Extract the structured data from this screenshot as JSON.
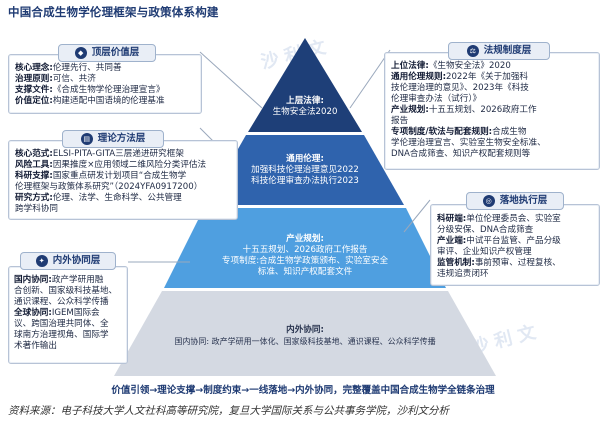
{
  "title": "中国合成生物学伦理框架与政策体系构建",
  "watermark": "沙利文",
  "pyramid": {
    "top": {
      "name": "上层法律:",
      "lines": [
        "生物安全法2020"
      ]
    },
    "upper": {
      "name": "通用伦理:",
      "lines": [
        "加强科技伦理治理意见2022",
        "科技伦理审查办法执行2023"
      ]
    },
    "middle": {
      "name": "产业规划:",
      "lines": [
        "十五五规划、2026政府工作报告",
        "专项制度:合成生物学政策颁布、实验室安全",
        "标准、知识产权配套文件"
      ]
    },
    "bottom": {
      "name": "内外协同:",
      "lines": [
        "国内协同: 政产学研用一体化、国家级科技基地、通识课程、公众科学传播"
      ]
    }
  },
  "panels": {
    "value": {
      "header": "顶层价值层",
      "items": [
        {
          "k": "核心理念:",
          "v": "伦理先行、共同善"
        },
        {
          "k": "治理原则:",
          "v": "可信、共济"
        },
        {
          "k": "支撑文件:",
          "v": "《合成生物学伦理治理宣言》"
        },
        {
          "k": "价值定位:",
          "v": "构建适配中国语境的伦理基准"
        }
      ]
    },
    "theory": {
      "header": "理论方法层",
      "items": [
        {
          "k": "核心范式:",
          "v": "ELSI-PITA-GITA三层递进研究框架"
        },
        {
          "k": "风险工具:",
          "v": "因果推度×应用领域二维风险分类评估法"
        },
        {
          "k": "科研支撑:",
          "v": "国家重点研发计划项目“合成生物学"
        },
        {
          "k": "",
          "v": "伦理框架与政策体系研究”（2024YFA0917200）"
        },
        {
          "k": "研究方式:",
          "v": "伦理、法学、生命科学、公共管理"
        },
        {
          "k": "",
          "v": "跨学科协同"
        }
      ]
    },
    "coop": {
      "header": "内外协同层",
      "items": [
        {
          "k": "国内协同:",
          "v": "政产学研用融"
        },
        {
          "k": "",
          "v": "合创新、国家级科技基地、"
        },
        {
          "k": "",
          "v": "通识课程、公众科学传播"
        },
        {
          "k": "全球协同:",
          "v": "IGEM国际会"
        },
        {
          "k": "",
          "v": "议、跨国治理共同体、全"
        },
        {
          "k": "",
          "v": "球南方治理视角、国际学"
        },
        {
          "k": "",
          "v": "术著作输出"
        }
      ]
    },
    "law": {
      "header": "法规制度层",
      "items": [
        {
          "k": "上位法律:",
          "v": "《生物安全法》2020"
        },
        {
          "k": "通用伦理规则:",
          "v": "2022年《关于加强科"
        },
        {
          "k": "",
          "v": "技伦理治理的意见》、2023年《科技"
        },
        {
          "k": "",
          "v": "伦理审查办法（试行）》"
        },
        {
          "k": "产业规划:",
          "v": "十五五规划、2026政府工作"
        },
        {
          "k": "",
          "v": "报告"
        },
        {
          "k": "专项制度/软法与配套规则:",
          "v": "合成生物"
        },
        {
          "k": "",
          "v": "学伦理治理宣言、实验室生物安全标准、"
        },
        {
          "k": "",
          "v": "DNA合成筛查、知识产权配套规则等"
        }
      ]
    },
    "impl": {
      "header": "落地执行层",
      "items": [
        {
          "k": "科研端:",
          "v": "单位伦理委员会、实验室"
        },
        {
          "k": "",
          "v": "分级安保、DNA合成筛查"
        },
        {
          "k": "产业端:",
          "v": "中试平台监管、产品分级"
        },
        {
          "k": "",
          "v": "审评、企业知识产权管理"
        },
        {
          "k": "监管机制:",
          "v": "事前预审、过程复核、"
        },
        {
          "k": "",
          "v": "违规追责闭环"
        }
      ]
    }
  },
  "footer": "价值引领→理论支撑→制度约束→一线落地→内外协同，完整覆盖中国合成生物学全链条治理",
  "source": "资料来源：电子科技大学人文社科高等研究院，复旦大学国际关系与公共事务学院，沙利文分析",
  "colors": {
    "navy": "#1f3b73",
    "tier1": "#1e3f78",
    "tier2": "#2f63ad",
    "tier3": "#4f9fe0",
    "tier4": "#d4d9e2"
  }
}
